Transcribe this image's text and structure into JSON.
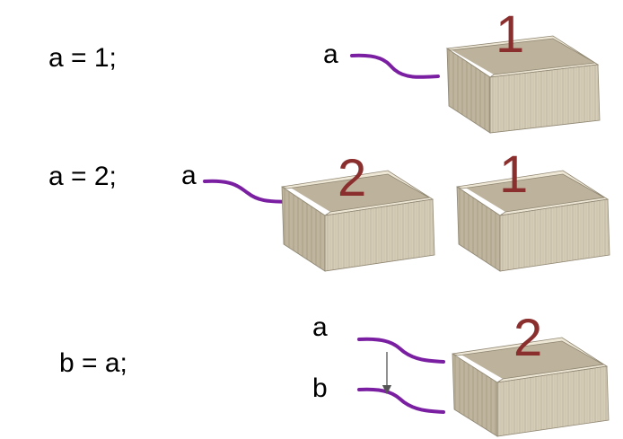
{
  "colors": {
    "wire": "#7B1FA2",
    "value": "#8B2E2E",
    "arrow": "#555555",
    "box_front": "#D8D0BE",
    "box_side": "#C4BBA6",
    "box_top_rim": "#EEE7D6",
    "box_inside": "#BDB39C",
    "box_edge": "#8F8672"
  },
  "steps": [
    {
      "statement": "a = 1;",
      "variables": [
        "a"
      ],
      "boxes": [
        "1"
      ]
    },
    {
      "statement": "a = 2;",
      "variables": [
        "a"
      ],
      "boxes": [
        "2",
        "1"
      ]
    },
    {
      "statement": "b = a;",
      "variables": [
        "a",
        "b"
      ],
      "boxes": [
        "2"
      ]
    }
  ]
}
